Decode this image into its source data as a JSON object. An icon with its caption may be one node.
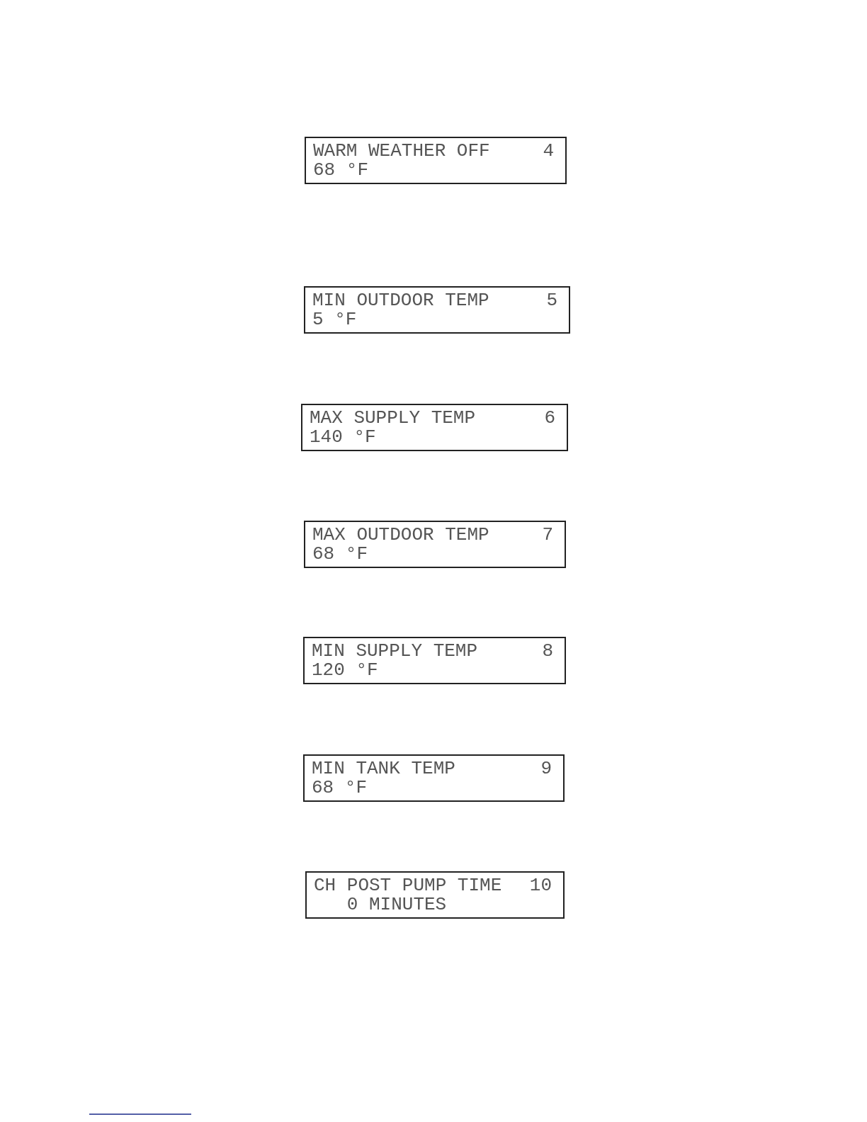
{
  "diagram": {
    "nodes": [
      {
        "text": [
          "WARM WEATHER OFF",
          "4",
          "68 °F"
        ]
      },
      {
        "text": [
          "MIN OUTDOOR TEMP",
          "5",
          "5 °F"
        ]
      },
      {
        "text": [
          "MAX SUPPLY TEMP",
          "6",
          "140 °F"
        ]
      },
      {
        "text": [
          "MAX OUTDOOR TEMP",
          "7",
          "68 °F"
        ]
      },
      {
        "text": [
          "MIN SUPPLY TEMP",
          "8",
          "120 °F"
        ]
      },
      {
        "text": [
          "MIN TANK TEMP",
          "9",
          "68 °F"
        ]
      },
      {
        "text": [
          "CH POST PUMP TIME",
          "10",
          "0 MINUTES"
        ]
      }
    ]
  }
}
